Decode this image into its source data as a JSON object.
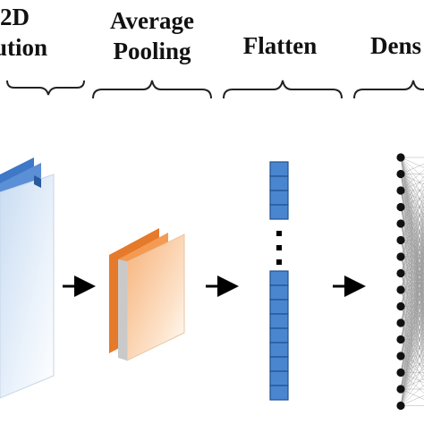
{
  "labels": {
    "conv_line1": "2D",
    "conv_line2": "olution",
    "avg_line1": "Average",
    "avg_line2": "Pooling",
    "flatten": "Flatten",
    "dense": "Dens"
  },
  "colors": {
    "conv_blue": "#3f78c6",
    "conv_light": "#dbe8f7",
    "pool_orange": "#e57a2b",
    "pool_light": "#fbd3ad",
    "flatten_fill": "#4a86d0",
    "flatten_stroke": "#1f4f8f",
    "node": "#111111",
    "arrow": "#000000"
  },
  "flatten": {
    "upper_cells": 4,
    "lower_cells": 9
  },
  "dense": {
    "nodes": 16
  }
}
